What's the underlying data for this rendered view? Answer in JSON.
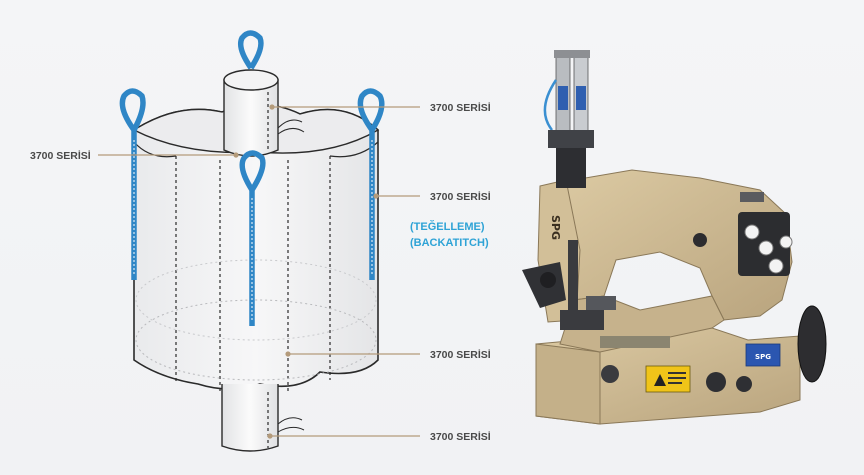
{
  "labels": {
    "left_middle": "3700 SERİSİ",
    "top_right": "3700 SERİSİ",
    "right_middle": "3700 SERİSİ",
    "lower_right": "3700 SERİSİ",
    "bottom_right": "3700 SERİSİ"
  },
  "note": {
    "line1": "(TEĞELLEME)",
    "line2": "(BACKATITCH)"
  },
  "machine": {
    "brand_text": "SPG",
    "nameplate": "SPG"
  },
  "colors": {
    "loop_blue": "#2f86c6",
    "leader_line": "#b49b7b",
    "machine_beige": "#cdb892",
    "accent_text": "#2ea3d6"
  }
}
